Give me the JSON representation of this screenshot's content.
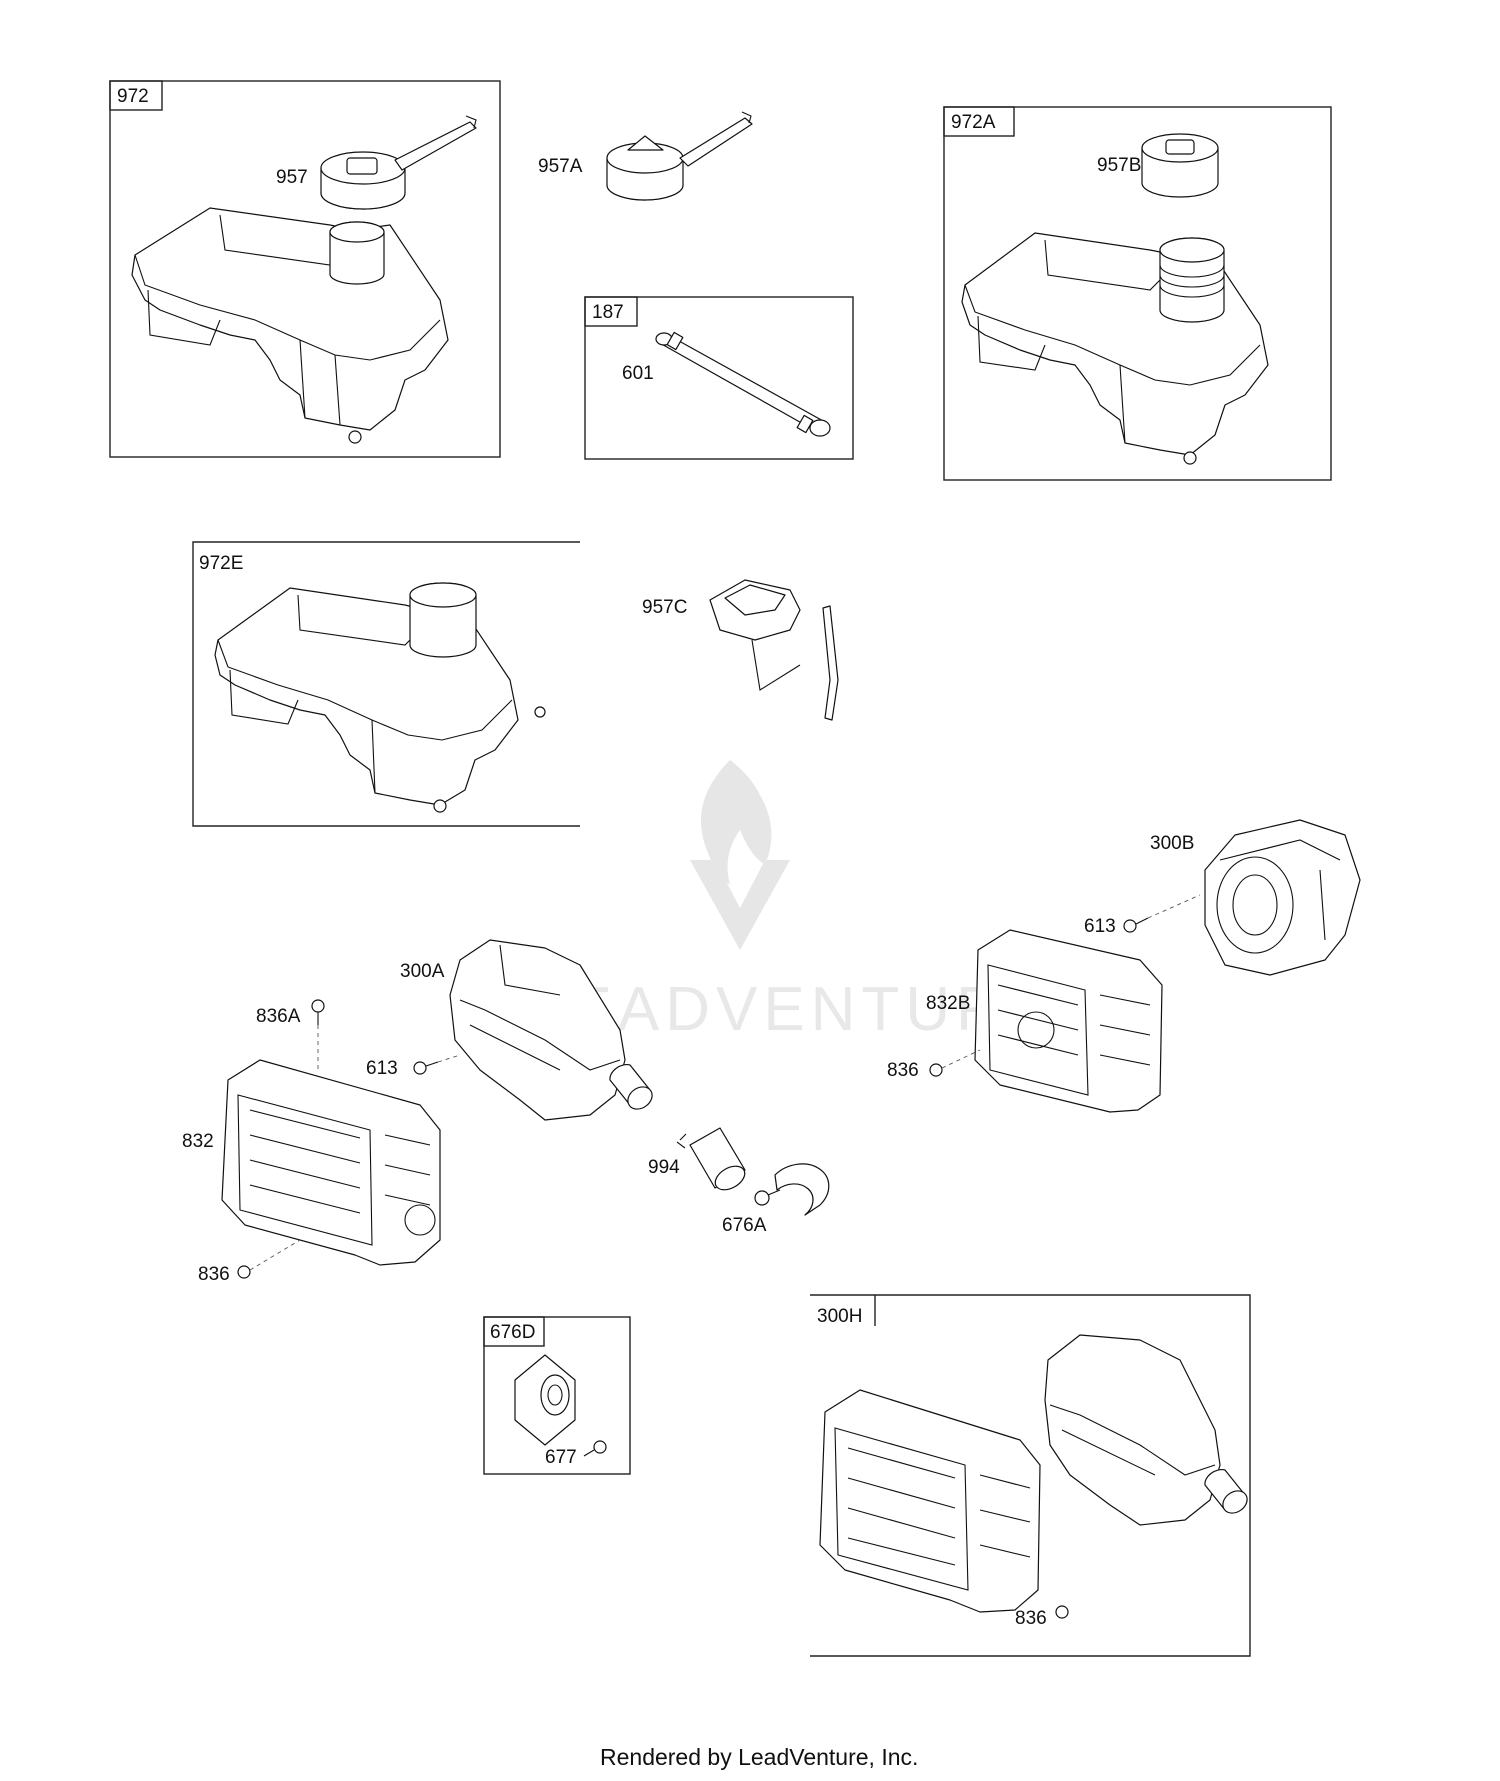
{
  "groups": {
    "g972": "972",
    "g972A": "972A",
    "g972E": "972E",
    "g187": "187",
    "g676D": "676D",
    "g300H": "300H"
  },
  "labels": {
    "p957": "957",
    "p957A": "957A",
    "p957B": "957B",
    "p957C": "957C",
    "p601": "601",
    "p300A": "300A",
    "p300B": "300B",
    "p836A": "836A",
    "p613a": "613",
    "p613b": "613",
    "p832": "832",
    "p832B": "832B",
    "p836a": "836",
    "p836b": "836",
    "p836c": "836",
    "p994": "994",
    "p676A": "676A",
    "p677": "677"
  },
  "watermark": {
    "text": "LEADVENTURE"
  },
  "footer": {
    "credit": "Rendered by LeadVenture, Inc."
  }
}
